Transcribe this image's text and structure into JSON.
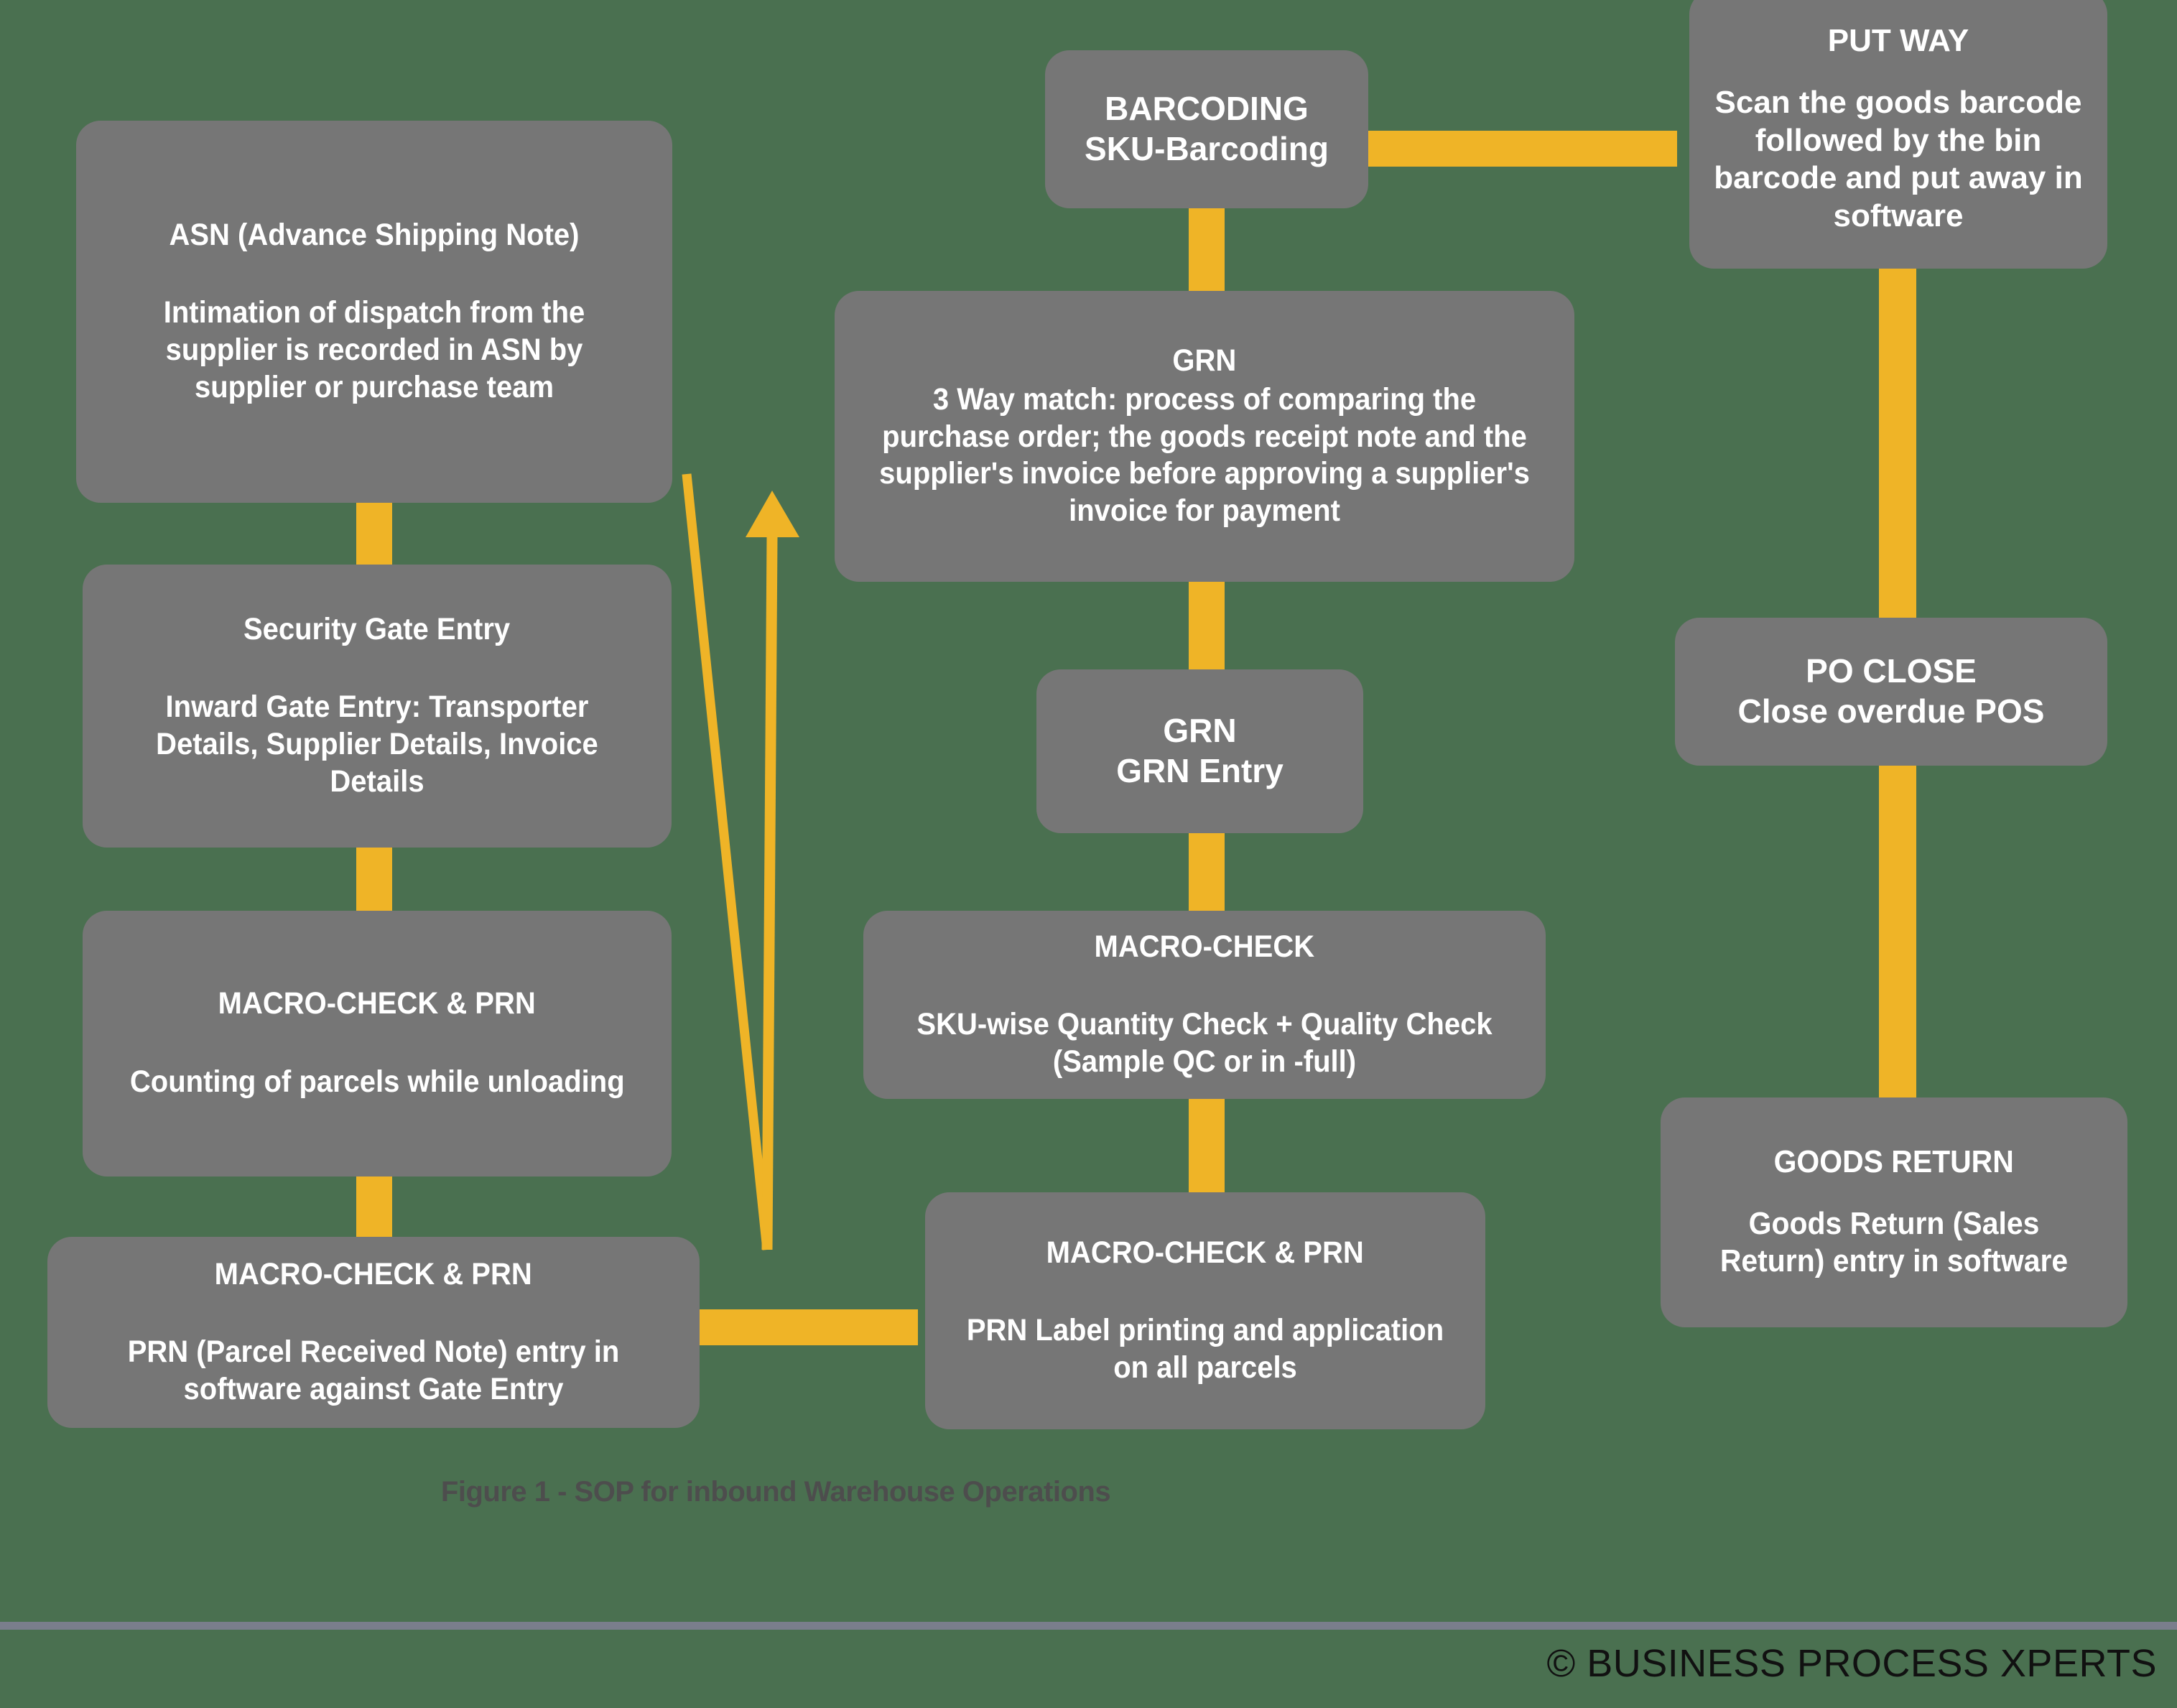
{
  "figure": {
    "caption": "Figure 1 - SOP for inbound Warehouse Operations",
    "copyright": "© BUSINESS PROCESS XPERTS",
    "background_color": "#4A7050",
    "node_color": "#767676",
    "connector_color": "#EFB427",
    "text_color": "#FFFFFF",
    "caption_color": "#4D4D4D",
    "divider_color": "#7A7E8C"
  },
  "nodes": {
    "asn": {
      "title": "ASN (Advance Shipping Note)",
      "body": "Intimation of dispatch from the supplier is recorded in ASN by supplier or purchase team"
    },
    "security_gate_entry": {
      "title": "Security Gate Entry",
      "body": "Inward Gate Entry: Transporter Details, Supplier Details, Invoice Details"
    },
    "macro_check_prn_count": {
      "title": "MACRO-CHECK & PRN",
      "body": "Counting of parcels while unloading"
    },
    "macro_check_prn_entry": {
      "title": "MACRO-CHECK & PRN",
      "body": "PRN (Parcel Received Note) entry in software against Gate Entry"
    },
    "macro_check_prn_label": {
      "title": "MACRO-CHECK & PRN",
      "body": "PRN Label printing and application on all parcels"
    },
    "macro_check_qc": {
      "title": "MACRO-CHECK",
      "body": "SKU-wise Quantity Check + Quality Check (Sample QC or in -full)"
    },
    "grn_entry": {
      "title": "GRN",
      "body": "GRN Entry"
    },
    "grn_3way": {
      "title": "GRN",
      "body": "3 Way match: process of comparing the purchase order; the goods receipt note and the supplier's invoice before approving a supplier's invoice for payment"
    },
    "barcoding": {
      "title": "BARCODING",
      "body": "SKU-Barcoding"
    },
    "put_way": {
      "title": "PUT WAY",
      "body": "Scan the goods barcode followed by the bin barcode and put away in software"
    },
    "po_close": {
      "title": "PO CLOSE",
      "body": "Close overdue POS"
    },
    "goods_return": {
      "title": "GOODS RETURN",
      "body": "Goods Return (Sales Return) entry in software"
    }
  },
  "flow": {
    "type": "flowchart",
    "orientation": "three-column",
    "edges": [
      {
        "from": "asn",
        "to": "security_gate_entry",
        "style": "vertical"
      },
      {
        "from": "security_gate_entry",
        "to": "macro_check_prn_count",
        "style": "vertical"
      },
      {
        "from": "macro_check_prn_count",
        "to": "macro_check_prn_entry",
        "style": "vertical"
      },
      {
        "from": "macro_check_prn_entry",
        "to": "macro_check_prn_label",
        "style": "horizontal"
      },
      {
        "from": "macro_check_prn_label",
        "to": "macro_check_qc",
        "style": "vertical"
      },
      {
        "from": "macro_check_qc",
        "to": "grn_entry",
        "style": "vertical"
      },
      {
        "from": "grn_entry",
        "to": "grn_3way",
        "style": "vertical"
      },
      {
        "from": "grn_3way",
        "to": "barcoding",
        "style": "vertical"
      },
      {
        "from": "barcoding",
        "to": "put_way",
        "style": "horizontal"
      },
      {
        "from": "put_way",
        "to": "po_close",
        "style": "vertical"
      },
      {
        "from": "po_close",
        "to": "goods_return",
        "style": "vertical"
      },
      {
        "from": "macro_check_prn_label",
        "to": "grn_3way",
        "style": "diagonal-return-arrow"
      }
    ]
  }
}
